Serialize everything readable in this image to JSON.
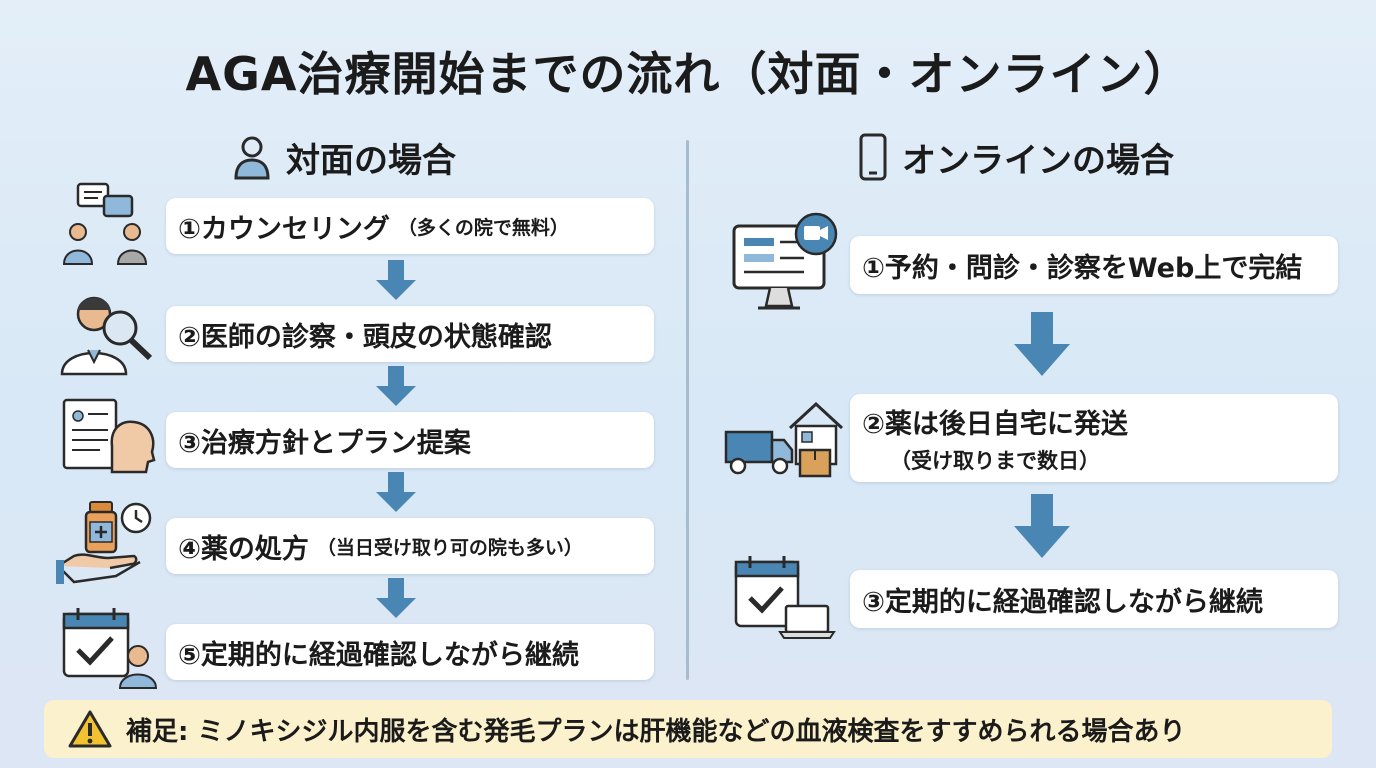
{
  "title": "AGA治療開始までの流れ（対面・オンライン）",
  "left": {
    "heading": "対面の場合",
    "steps": [
      {
        "main": "①カウンセリング",
        "small": "（多くの院で無料）"
      },
      {
        "main": "②医師の診察・頭皮の状態確認",
        "small": ""
      },
      {
        "main": "③治療方針とプラン提案",
        "small": ""
      },
      {
        "main": "④薬の処方",
        "small": "（当日受け取り可の院も多い）"
      },
      {
        "main": "⑤定期的に経過確認しながら継続",
        "small": ""
      }
    ]
  },
  "right": {
    "heading": "オンラインの場合",
    "steps": [
      {
        "main": "①予約・問診・診察をWeb上で完結",
        "sub": ""
      },
      {
        "main": "②薬は後日自宅に発送",
        "sub": "（受け取りまで数日）"
      },
      {
        "main": "③定期的に経過確認しながら継続",
        "sub": ""
      }
    ]
  },
  "note": "補足: ミノキシジル内服を含む発毛プランは肝機能などの血液検査をすすめられる場合あり",
  "colors": {
    "arrow": "#4a86b4",
    "note_bg": "#fbf1cc",
    "icon_blue": "#8fb8da",
    "icon_dark": "#2a2a2a"
  }
}
